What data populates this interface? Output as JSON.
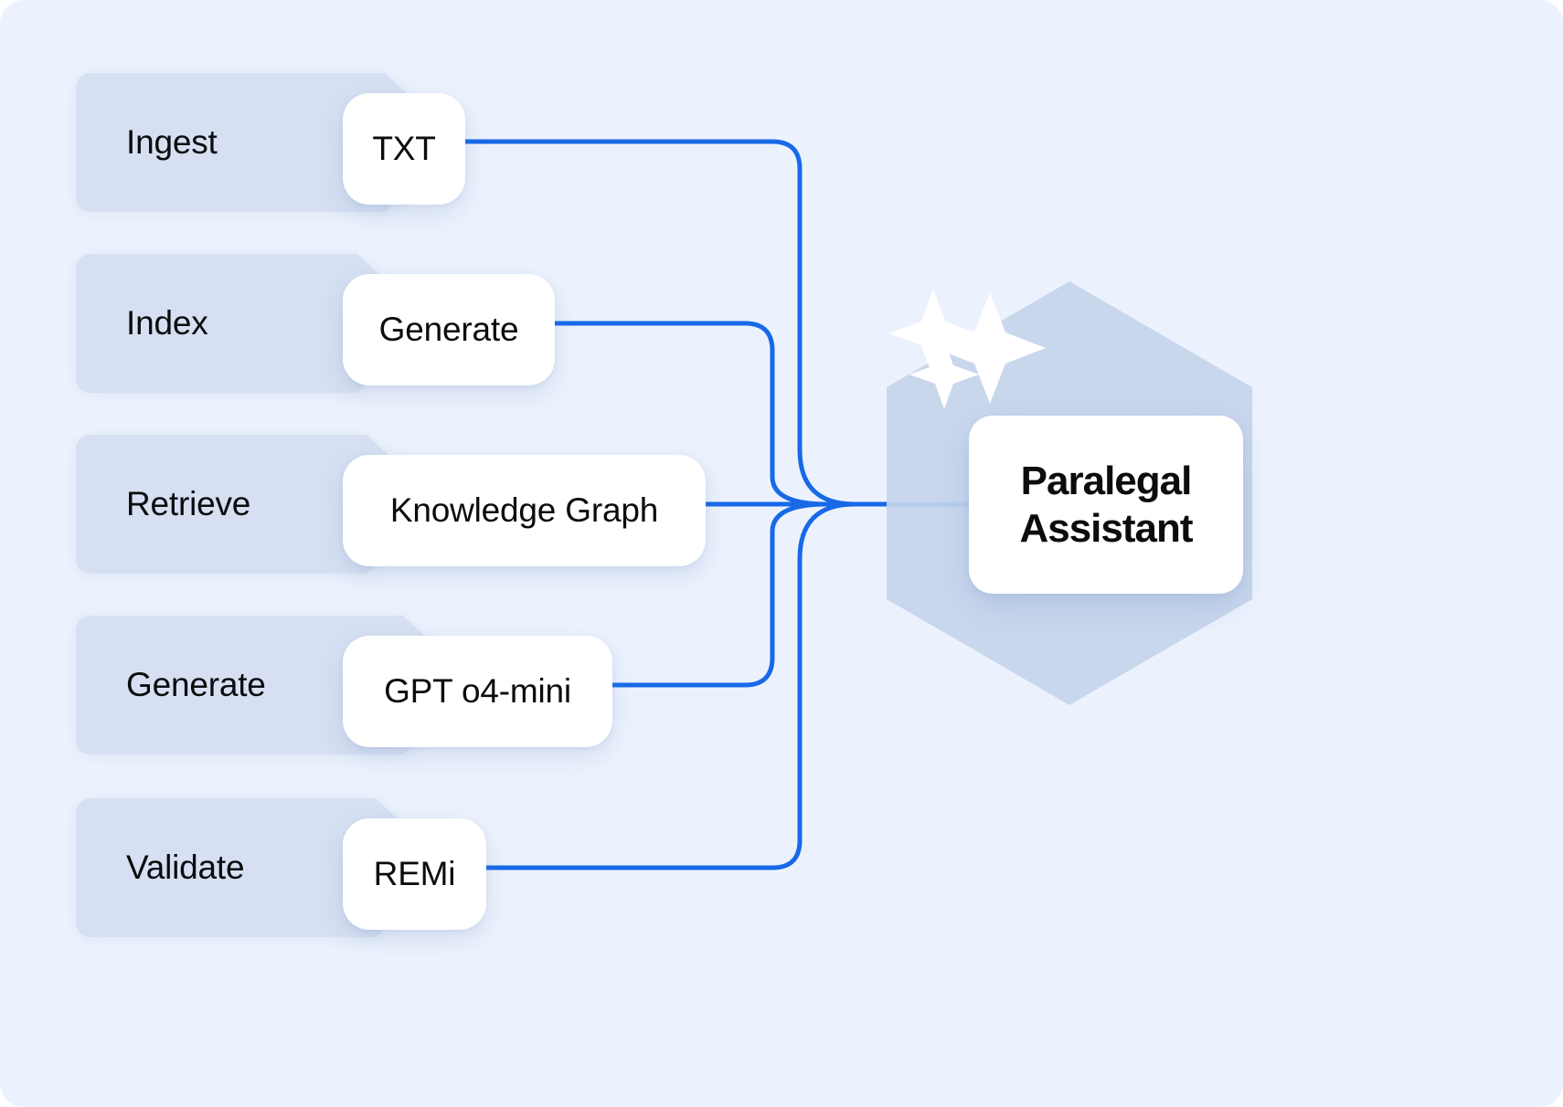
{
  "canvas": {
    "background_color": "#ECF2FD",
    "accent_color": "#1769E8",
    "pill_color": "#D6E0F2",
    "hexagon_color": "#C6D5EC",
    "card_color": "#FFFFFF",
    "text_color": "#0B0C0E"
  },
  "pipeline": {
    "steps": [
      {
        "stage": "Ingest",
        "component": "TXT"
      },
      {
        "stage": "Index",
        "component": "Generate"
      },
      {
        "stage": "Retrieve",
        "component": "Knowledge Graph"
      },
      {
        "stage": "Generate",
        "component": "GPT o4-mini"
      },
      {
        "stage": "Validate",
        "component": "REMi"
      }
    ]
  },
  "destination": {
    "title_line_1": "Paralegal",
    "title_line_2": "Assistant",
    "decoration": {
      "hexagon": "hexagon-shape",
      "sparkles": [
        "sparkle-icon-medium",
        "sparkle-icon-large",
        "sparkle-icon-small"
      ]
    }
  }
}
